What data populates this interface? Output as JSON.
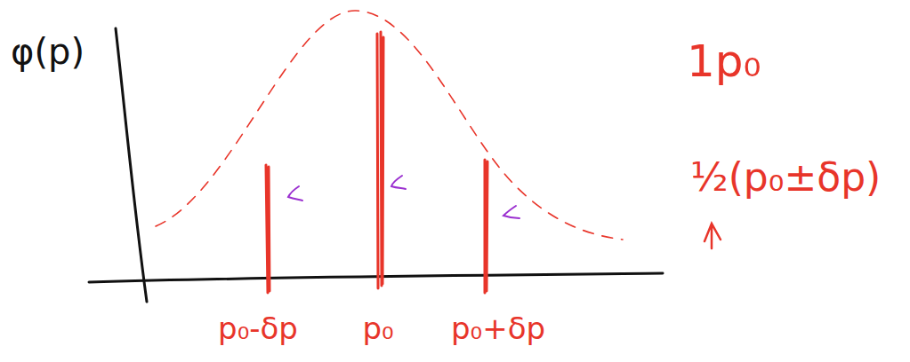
{
  "diagram": {
    "labels": [
      "φ(p)",
      "p₀-δp",
      "p₀",
      "p₀+δp",
      "1p₀",
      "½(p₀±δp)"
    ]
  }
}
